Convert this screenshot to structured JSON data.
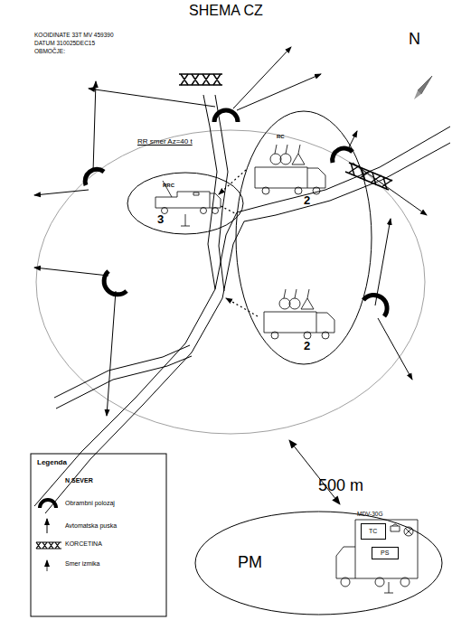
{
  "diagram": {
    "title": "SHEMA CZ",
    "nodes": [
      {
        "text": [
          "RRC",
          "3"
        ]
      },
      {
        "text": [
          "RC",
          "2",
          "2"
        ]
      },
      {
        "text": [
          "PM",
          "MDV-30G"
        ]
      },
      {
        "text": [
          "TC"
        ],
        "in": 2
      },
      {
        "text": [
          "PS"
        ],
        "in": 2
      }
    ],
    "labels": [
      "KOOIDINATE 33T MV 459390",
      "DATUM 310025DEC15",
      "OBMOČJE:",
      "N",
      "RR smer Az=40 t",
      "500 m",
      "Legenda"
    ],
    "legend": [
      {
        "text": "N SEVER"
      },
      {
        "text": "Obrambni polozaj"
      },
      {
        "text": "Avtomatska puska"
      },
      {
        "text": "KORCETINA"
      },
      {
        "text": "Smer izmika"
      }
    ]
  }
}
